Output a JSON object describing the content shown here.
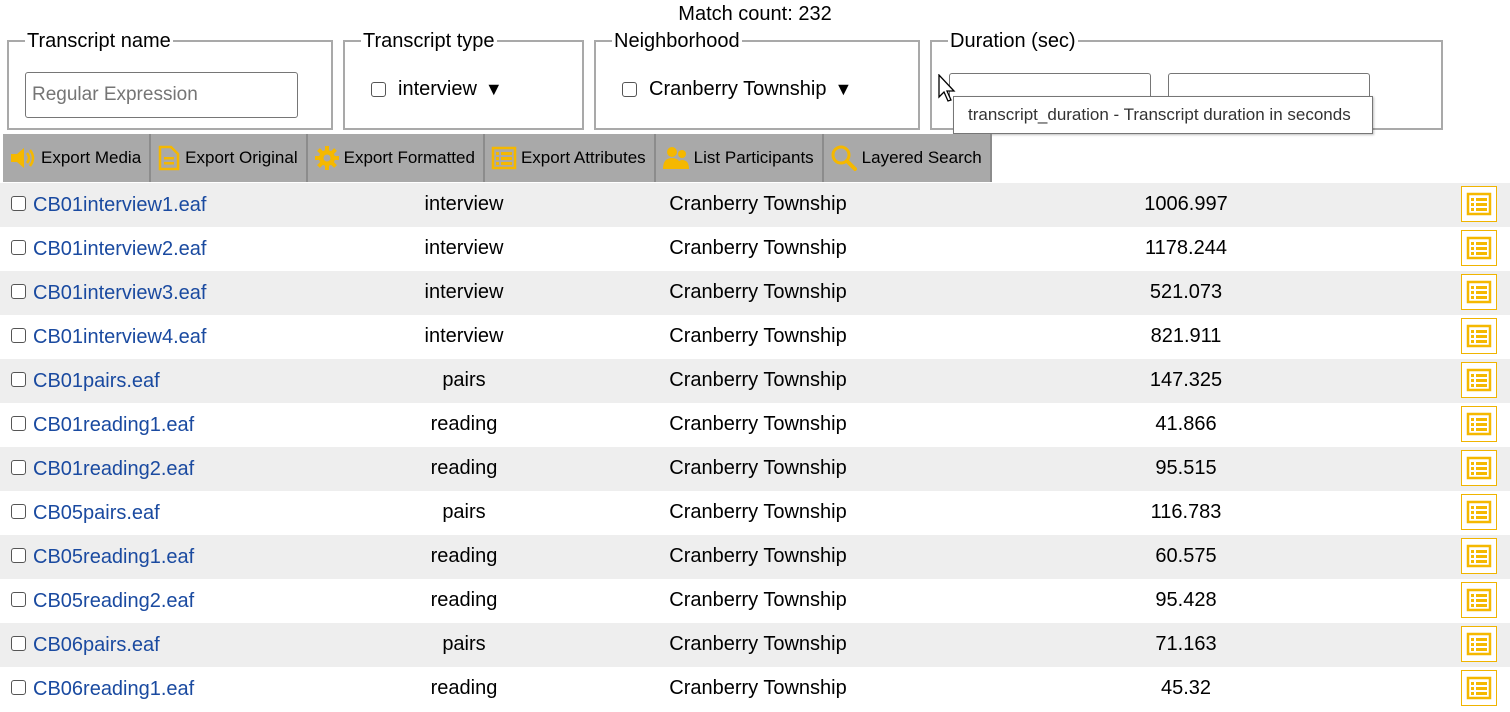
{
  "match_count": "Match count: 232",
  "filters": {
    "name": {
      "legend": "Transcript name",
      "placeholder": "Regular Expression"
    },
    "type": {
      "legend": "Transcript type",
      "option": "interview"
    },
    "neighborhood": {
      "legend": "Neighborhood",
      "option": "Cranberry Township"
    },
    "duration": {
      "legend": "Duration (sec)",
      "tooltip": "transcript_duration - Transcript duration in seconds"
    }
  },
  "toolbar": [
    {
      "label": "Export Media",
      "icon": "speaker-icon"
    },
    {
      "label": "Export Original",
      "icon": "document-icon"
    },
    {
      "label": "Export Formatted",
      "icon": "gear-icon"
    },
    {
      "label": "Export Attributes",
      "icon": "list-icon"
    },
    {
      "label": "List Participants",
      "icon": "people-icon"
    },
    {
      "label": "Layered Search",
      "icon": "search-icon"
    }
  ],
  "rows": [
    {
      "name": "CB01interview1.eaf",
      "type": "interview",
      "neighborhood": "Cranberry Township",
      "duration": "1006.997"
    },
    {
      "name": "CB01interview2.eaf",
      "type": "interview",
      "neighborhood": "Cranberry Township",
      "duration": "1178.244"
    },
    {
      "name": "CB01interview3.eaf",
      "type": "interview",
      "neighborhood": "Cranberry Township",
      "duration": "521.073"
    },
    {
      "name": "CB01interview4.eaf",
      "type": "interview",
      "neighborhood": "Cranberry Township",
      "duration": "821.911"
    },
    {
      "name": "CB01pairs.eaf",
      "type": "pairs",
      "neighborhood": "Cranberry Township",
      "duration": "147.325"
    },
    {
      "name": "CB01reading1.eaf",
      "type": "reading",
      "neighborhood": "Cranberry Township",
      "duration": "41.866"
    },
    {
      "name": "CB01reading2.eaf",
      "type": "reading",
      "neighborhood": "Cranberry Township",
      "duration": "95.515"
    },
    {
      "name": "CB05pairs.eaf",
      "type": "pairs",
      "neighborhood": "Cranberry Township",
      "duration": "116.783"
    },
    {
      "name": "CB05reading1.eaf",
      "type": "reading",
      "neighborhood": "Cranberry Township",
      "duration": "60.575"
    },
    {
      "name": "CB05reading2.eaf",
      "type": "reading",
      "neighborhood": "Cranberry Township",
      "duration": "95.428"
    },
    {
      "name": "CB06pairs.eaf",
      "type": "pairs",
      "neighborhood": "Cranberry Township",
      "duration": "71.163"
    },
    {
      "name": "CB06reading1.eaf",
      "type": "reading",
      "neighborhood": "Cranberry Township",
      "duration": "45.32"
    }
  ],
  "colors": {
    "accent": "#f5b800",
    "link": "#1a4aa0",
    "toolbar_bg": "#a9a9a9",
    "row_stripe": "#eeeeee"
  }
}
